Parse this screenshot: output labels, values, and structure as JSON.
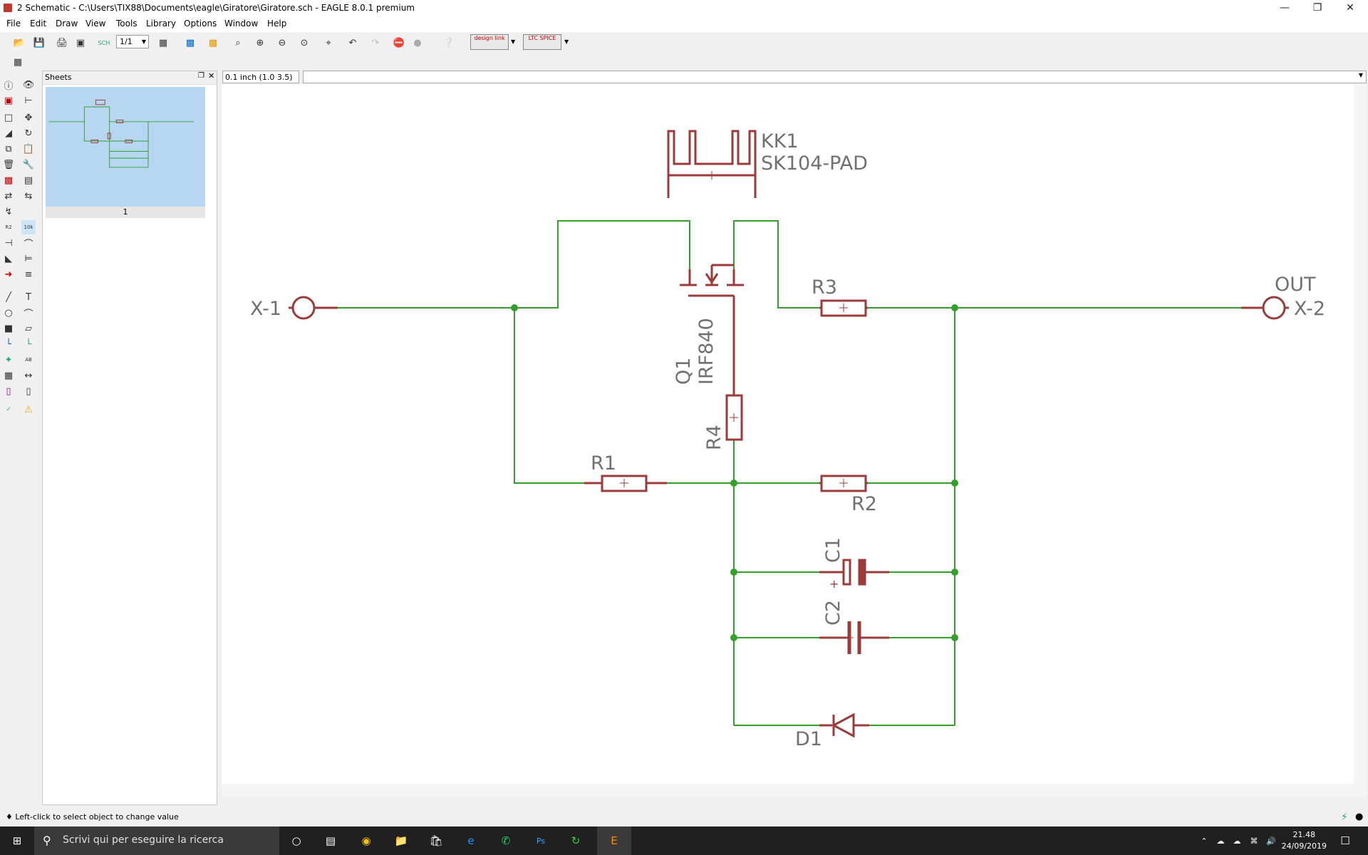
{
  "window": {
    "title": "2 Schematic - C:\\Users\\TIX88\\Documents\\eagle\\Giratore\\Giratore.sch - EAGLE 8.0.1 premium"
  },
  "menu": [
    "File",
    "Edit",
    "Draw",
    "View",
    "Tools",
    "Library",
    "Options",
    "Window",
    "Help"
  ],
  "toolbar": {
    "sheet_select": "1/1",
    "design_link": "design link",
    "ltc_spice": "LTC SPICE"
  },
  "sheets_panel": {
    "title": "Sheets",
    "sheet_number": "1"
  },
  "command": {
    "grid_display": "0.1 inch (1.0 3.5)",
    "input_value": ""
  },
  "schematic": {
    "heatsink": {
      "name": "KK1",
      "value": "SK104-PAD"
    },
    "q1": {
      "name": "Q1",
      "value": "IRF840"
    },
    "r1": "R1",
    "r2": "R2",
    "r3": "R3",
    "r4": "R4",
    "c1": "C1",
    "c2": "C2",
    "d1": "D1",
    "x1": "X-1",
    "x2": "X-2",
    "out_label": "OUT",
    "c1_plus": "+"
  },
  "status": {
    "message": "Left-click to select object to change value"
  },
  "taskbar": {
    "search_placeholder": "Scrivi qui per eseguire la ricerca",
    "time": "21.48",
    "date": "24/09/2019"
  },
  "colors": {
    "wire": "#33a02c",
    "symbol": "#9b3b3b",
    "label": "#707070",
    "junction": "#33a02c"
  }
}
